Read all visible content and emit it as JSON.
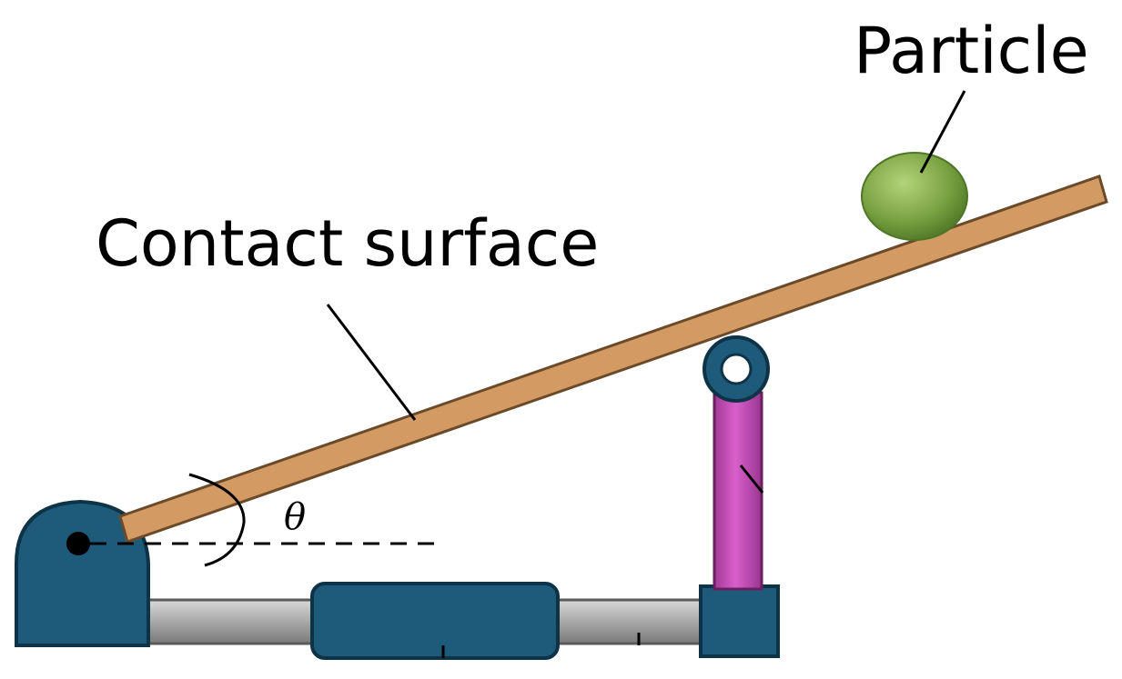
{
  "labels": {
    "particle": "Particle",
    "contact_surface": "Contact surface",
    "angle": "θ"
  },
  "colors": {
    "base": "#1e5b7a",
    "base_stroke": "#0e3346",
    "rail": "#a8a8a8",
    "rail_stroke": "#5a5a5a",
    "plank": "#d39a63",
    "plank_stroke": "#6b4a2a",
    "piston": "#c64db8",
    "piston_stroke": "#6a1f60",
    "particle": "#7aa342",
    "particle_highlight": "#b4d37a",
    "line": "#000000"
  }
}
